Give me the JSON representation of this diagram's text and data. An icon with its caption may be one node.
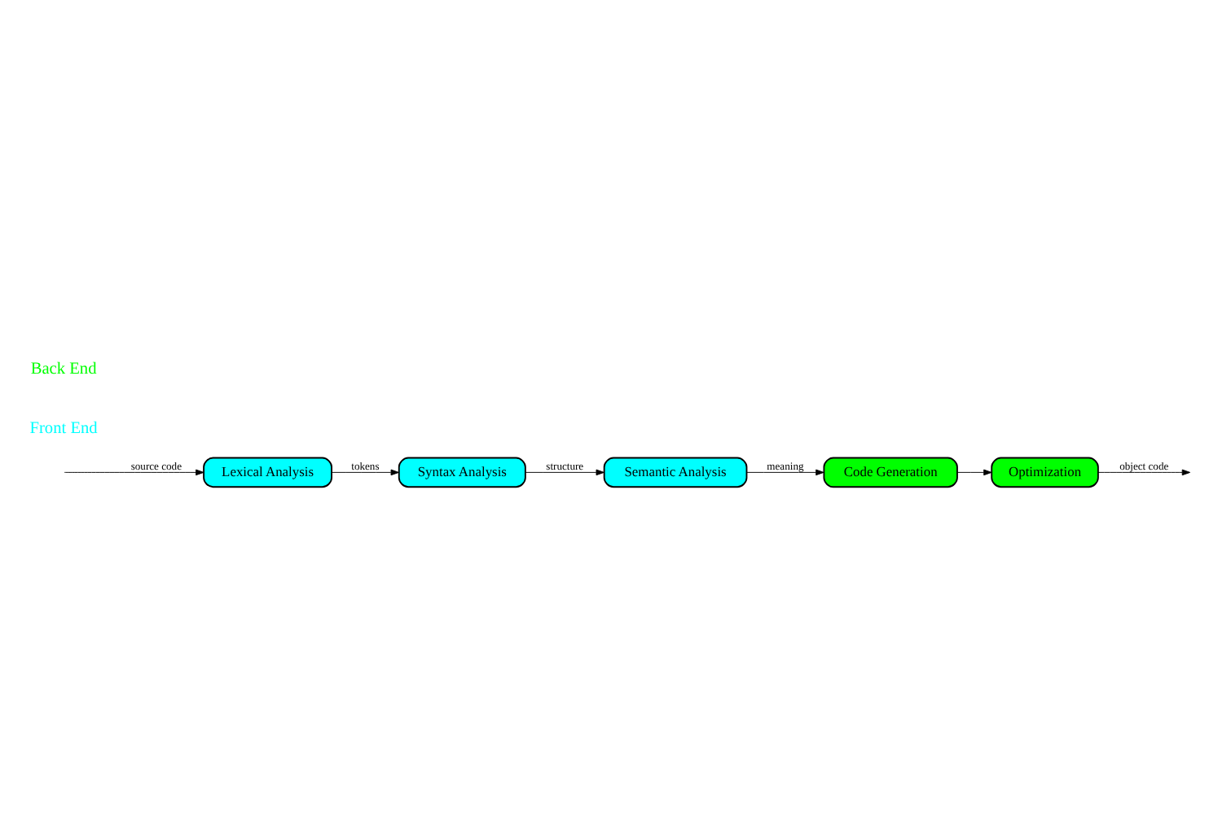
{
  "diagram": {
    "nodes": [
      {
        "text": [
          "Lexical Analysis"
        ]
      },
      {
        "text": [
          "Syntax Analysis"
        ]
      },
      {
        "text": [
          "Semantic Analysis"
        ]
      },
      {
        "text": [
          "Code Generation"
        ]
      },
      {
        "text": [
          "Optimization"
        ]
      }
    ],
    "edges": [
      {
        "from": null,
        "to": 0,
        "arrow": "to",
        "label": "source code"
      },
      {
        "from": 0,
        "to": 1,
        "arrow": "to",
        "label": "tokens"
      },
      {
        "from": 1,
        "to": 2,
        "arrow": "to",
        "label": "structure"
      },
      {
        "from": 2,
        "to": 3,
        "arrow": "to",
        "label": "meaning"
      },
      {
        "from": 3,
        "to": 4,
        "arrow": "to"
      },
      {
        "from": 4,
        "to": null,
        "arrow": "to",
        "label": "object code"
      }
    ],
    "labels": [
      "Front End",
      "Back End"
    ]
  }
}
